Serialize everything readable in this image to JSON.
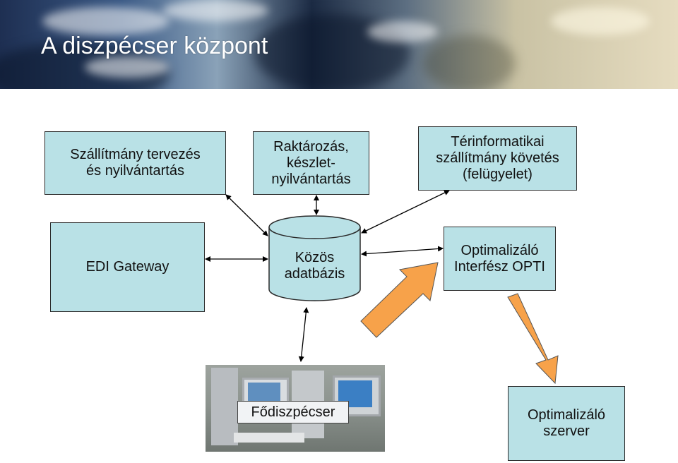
{
  "title": "A diszpécser központ",
  "boxes": {
    "szallitmany": "Szállítmány tervezés és nyilvántartás",
    "raktarozas": "Raktározás, készlet-nyilvántartás",
    "terinfo": "Térinformatikai szállítmány követés (felügyelet)",
    "edi": "EDI Gateway",
    "kozos": "Közös adatbázis",
    "opti_interfesz": "Optimalizáló Interfész OPTI",
    "fodiszpecser": "Fődiszpécser",
    "opti_szerver": "Optimalizáló szerver"
  },
  "colors": {
    "box_fill": "#b9e1e6",
    "arrow_orange": "#f7a24a",
    "border": "#2b2b2b"
  }
}
